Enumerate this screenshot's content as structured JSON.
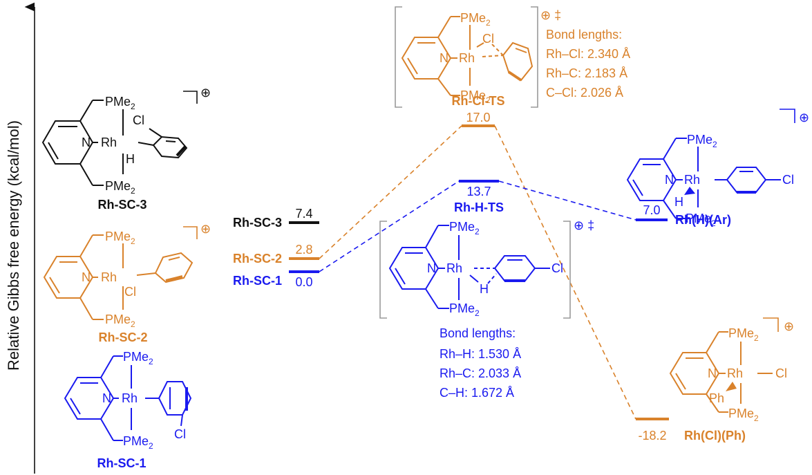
{
  "axis": {
    "ylabel": "Relative Gibbs free energy (kcal/mol)"
  },
  "colors": {
    "black": "#111111",
    "orange": "#d9822b",
    "blue": "#1a1aef"
  },
  "levels": [
    {
      "id": "rh-sc-3",
      "label": "Rh-SC-3",
      "value": "7.4",
      "color": "black"
    },
    {
      "id": "rh-sc-2",
      "label": "Rh-SC-2",
      "value": "2.8",
      "color": "orange"
    },
    {
      "id": "rh-sc-1",
      "label": "Rh-SC-1",
      "value": "0.0",
      "color": "blue"
    },
    {
      "id": "rh-cl-ts",
      "label": "Rh-Cl-TS",
      "value": "17.0",
      "color": "orange"
    },
    {
      "id": "rh-h-ts",
      "label": "Rh-H-TS",
      "value": "13.7",
      "color": "blue"
    },
    {
      "id": "rh-h-ar",
      "label": "Rh(H)(Ar)",
      "value": "7.0",
      "color": "blue"
    },
    {
      "id": "rh-cl-ph",
      "label": "Rh(Cl)(Ph)",
      "value": "-18.2",
      "color": "orange"
    }
  ],
  "structures": {
    "rh_sc_3": {
      "name": "Rh-SC-3",
      "pme2_top": "PMe",
      "pme2_bottom": "PMe",
      "sub": "2",
      "n": "N",
      "rh": "Rh",
      "cl": "Cl",
      "h": "H",
      "charge": "⊕"
    },
    "rh_sc_2": {
      "name": "Rh-SC-2",
      "pme2_top": "PMe",
      "pme2_bottom": "PMe",
      "sub": "2",
      "n": "N",
      "rh": "Rh",
      "cl": "Cl",
      "charge": "⊕"
    },
    "rh_sc_1": {
      "name": "Rh-SC-1",
      "pme2_top": "PMe",
      "pme2_bottom": "PMe",
      "sub": "2",
      "n": "N",
      "rh": "Rh",
      "cl": "Cl"
    },
    "rh_cl_ts": {
      "pme2_top": "PMe",
      "pme2_bottom": "PMe",
      "sub": "2",
      "n": "N",
      "rh": "Rh",
      "cl": "Cl",
      "charge": "⊕ ‡",
      "bond_title": "Bond lengths:",
      "bonds": [
        "Rh–Cl: 2.340 Å",
        "Rh–C: 2.183 Å",
        "C–Cl: 2.026 Å"
      ]
    },
    "rh_h_ts": {
      "pme2_top": "PMe",
      "pme2_bottom": "PMe",
      "sub": "2",
      "n": "N",
      "rh": "Rh",
      "cl": "Cl",
      "h": "H",
      "charge": "⊕ ‡",
      "bond_title": "Bond lengths:",
      "bonds": [
        "Rh–H: 1.530 Å",
        "Rh–C: 2.033 Å",
        "C–H: 1.672 Å"
      ]
    },
    "rh_h_ar": {
      "pme2_top": "PMe",
      "pme2_bottom": "PMe",
      "sub": "2",
      "n": "N",
      "rh": "Rh",
      "cl": "Cl",
      "h": "H",
      "charge": "⊕"
    },
    "rh_cl_ph": {
      "pme2_top": "PMe",
      "pme2_bottom": "PMe",
      "sub": "2",
      "n": "N",
      "rh": "Rh",
      "cl": "Cl",
      "ph": "Ph",
      "charge": "⊕"
    }
  }
}
